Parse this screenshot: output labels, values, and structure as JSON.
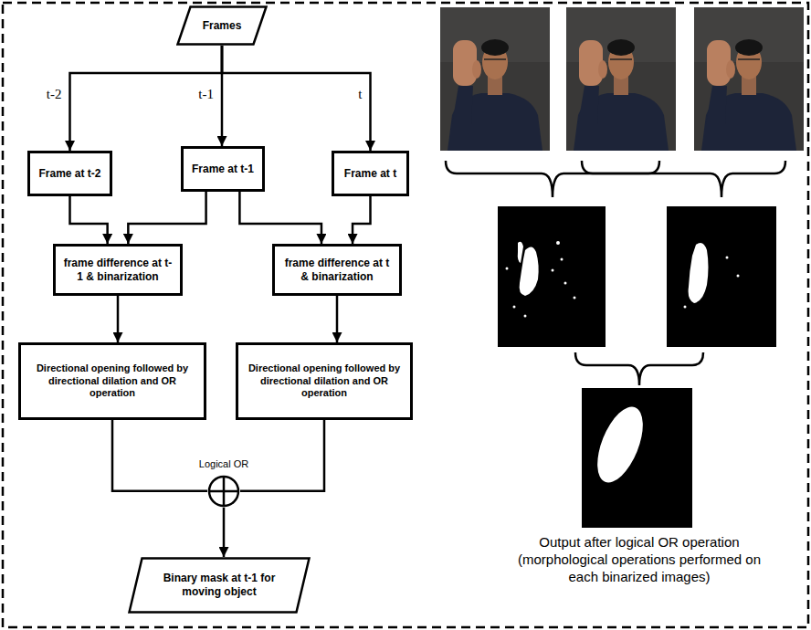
{
  "diagram": {
    "nodes": [
      {
        "text": [
          "Frames"
        ]
      },
      {
        "text": [
          "Frame at t-2"
        ]
      },
      {
        "text": [
          "Frame at t-1"
        ]
      },
      {
        "text": [
          "Frame at t"
        ]
      },
      {
        "text": [
          "frame difference at t-1 & binarization"
        ]
      },
      {
        "text": [
          "frame difference at t & binarization"
        ]
      },
      {
        "text": [
          "Directional opening followed by directional dilation and OR operation"
        ]
      },
      {
        "text": [
          "Directional opening followed by directional dilation and OR operation"
        ]
      },
      {
        "text": [
          "Logical OR"
        ]
      },
      {
        "text": [
          "Binary mask at t-1 for moving object"
        ]
      }
    ],
    "edges": [
      {
        "from": 0,
        "to": 1,
        "arrow": "to",
        "label": "t-2"
      },
      {
        "from": 0,
        "to": 2,
        "arrow": "to",
        "label": "t-1"
      },
      {
        "from": 0,
        "to": 3,
        "arrow": "to",
        "label": "t"
      },
      {
        "from": 1,
        "to": 4,
        "arrow": "to"
      },
      {
        "from": 2,
        "to": 4,
        "arrow": "to"
      },
      {
        "from": 2,
        "to": 5,
        "arrow": "to"
      },
      {
        "from": 3,
        "to": 5,
        "arrow": "to"
      },
      {
        "from": 4,
        "to": 6,
        "arrow": "to"
      },
      {
        "from": 5,
        "to": 7,
        "arrow": "to"
      },
      {
        "from": 6,
        "to": 8,
        "arrow": "none"
      },
      {
        "from": 7,
        "to": 8,
        "arrow": "none"
      },
      {
        "from": 8,
        "to": 9,
        "arrow": "to"
      }
    ],
    "labels": [
      "Output after logical OR operation (morphological operations performed on each binarized images)"
    ]
  }
}
